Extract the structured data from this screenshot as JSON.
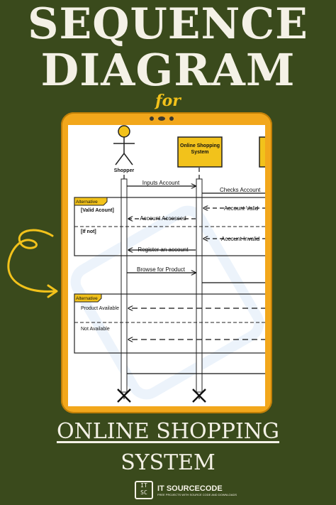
{
  "header": {
    "line1": "SEQUENCE",
    "line2": "DIAGRAM",
    "connector": "for"
  },
  "diagram": {
    "actors": {
      "shopper": "Shopper",
      "system": "Online Shopping System"
    },
    "fragments": {
      "alt1_tag": "Alternative",
      "guard_valid": "[Valid Acount]",
      "guard_ifnot": "[If not]",
      "alt2_tag": "Alternative",
      "guard_available": "Product Available",
      "guard_not_available": "Not Available"
    },
    "messages": {
      "m1": "Inputs Account",
      "m2": "Checks Account",
      "m3": "Account Valid",
      "m4": "Account Accessed",
      "m5": "Account Invalid",
      "m6": "Register an account",
      "m7": "Browse for Product"
    }
  },
  "footer": {
    "line1": "ONLINE SHOPPING",
    "line2": "SYSTEM",
    "brand_name": "IT SOURCECODE",
    "brand_tag": "FREE PROJECTS WITH SOURCE CODE AND DOWNLOADS",
    "brand_mark": "IT SC"
  },
  "colors": {
    "background": "#3a4a1c",
    "accent": "#f2a71b",
    "title": "#f4f1e6"
  }
}
